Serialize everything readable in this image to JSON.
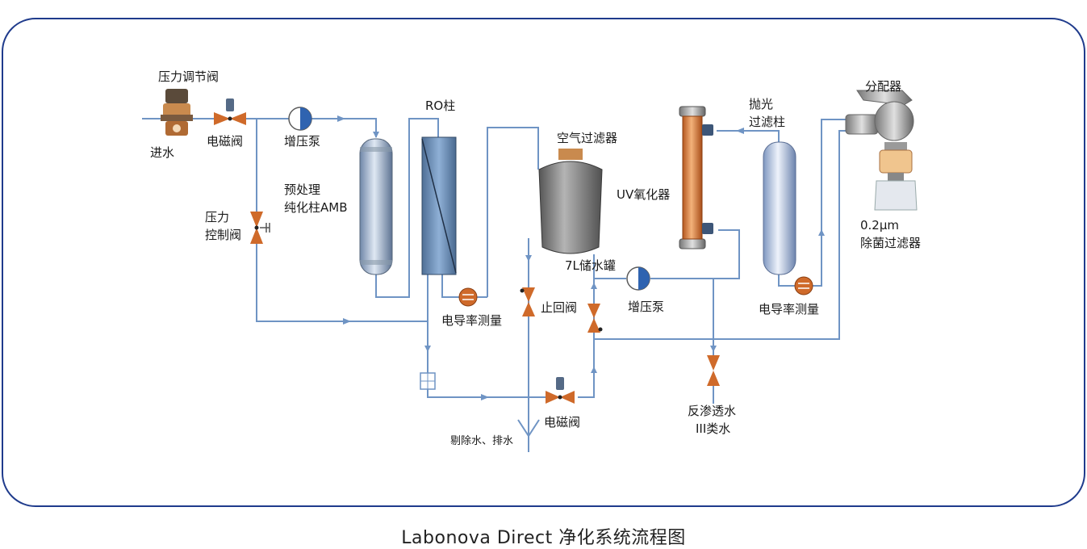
{
  "caption": "Labonova Direct 净化系统流程图",
  "colors": {
    "pipe": "#6f94c4",
    "valve": "#cf6a2a",
    "frame": "#1f3b8c"
  },
  "labels": {
    "pressure_reg_valve": "压力调节阀",
    "inlet": "进水",
    "solenoid_valve_1": "电磁阀",
    "booster_pump_1": "增压泵",
    "pretreat_line1": "预处理",
    "pretreat_line2": "纯化柱AMB",
    "pressure_ctrl_line1": "压力",
    "pressure_ctrl_line2": "控制阀",
    "ro_column": "RO柱",
    "conductivity_1": "电导率测量",
    "air_filter": "空气过滤器",
    "tank": "7L储水罐",
    "check_valve": "止回阀",
    "booster_pump_2": "增压泵",
    "uv_oxidizer": "UV氧化器",
    "polish_line1": "抛光",
    "polish_line2": "过滤柱",
    "dispenser": "分配器",
    "sterile_line1": "0.2μm",
    "sterile_line2": "除菌过滤器",
    "conductivity_2": "电导率测量",
    "solenoid_valve_2": "电磁阀",
    "drain": "剔除水、排水",
    "ro_water_line1": "反渗透水",
    "ro_water_line2": "III类水"
  }
}
